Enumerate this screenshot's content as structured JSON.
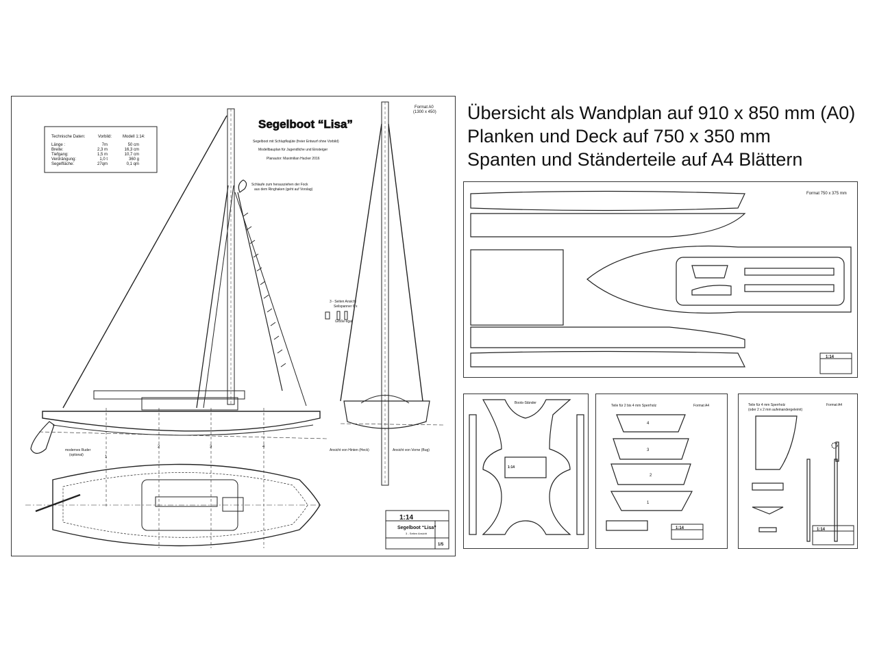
{
  "overview": {
    "line1": "Übersicht als Wandplan auf 910 x 850 mm (A0)",
    "line2": "Planken und Deck auf 750 x 350 mm",
    "line3": "Spanten und Ständerteile auf A4 Blättern"
  },
  "main_sheet": {
    "title": "Segelboot “Lisa”",
    "subtitle": "Segelboot mit Schlupfkajüte  (freier Entwurf ohne Vorbild)",
    "subtitle2": "Modellbauplan für Jugendliche und Einsteiger",
    "author": "Planautor: Maximilian Hacker 2016",
    "format": "Format A0",
    "format_size": "(1300 x 450)",
    "tech": {
      "heading": "Technische Daten:",
      "col_original": "Vorbild:",
      "col_model": "Modell 1:14:",
      "rows": [
        {
          "label": "Länge :",
          "original": "7m",
          "model": "50 cm"
        },
        {
          "label": "Breite:",
          "original": "2,3 m",
          "model": "16,3 cm"
        },
        {
          "label": "Tiefgang:",
          "original": "1,5 m",
          "model": "10,7 cm"
        },
        {
          "label": "Verdrängung:",
          "original": "1,0 t",
          "model": "360 g"
        },
        {
          "label": "Segelfläche:",
          "original": "27qm",
          "model": "0,1 qm"
        }
      ]
    },
    "note_loop": "Schlaufe zum herausziehen der Fock",
    "note_loop2": "aus dem Ringhaken (geht auf Vorslag)",
    "note_three_view": "3 - Seiten Ansicht",
    "note_tensioner": "Seilspanner 6 x",
    "note_size": "Größe egal",
    "rudder_label": "modernes Ruder",
    "rudder_label2": "(optional)",
    "frame_numbers": [
      "1",
      "2",
      "3",
      "4"
    ],
    "view_stern": "Ansicht von Hinten (Heck)",
    "view_bow": "Ansicht von Vorne (Bug)",
    "titleblock": {
      "scale": "1:14",
      "name": "Segelboot “Lisa”",
      "view": "3 - Seiten Ansicht",
      "sheet": "1/5"
    }
  },
  "planks_sheet": {
    "format": "Format 750 x 375 mm",
    "scale": "1:14"
  },
  "stand_sheet": {
    "title": "Boots-Ständer",
    "scale": "1:14"
  },
  "frames_sheet": {
    "title": "Teile für 2 bis 4 mm Sperrholz",
    "format": "Format A4",
    "frames": [
      "4",
      "3",
      "2",
      "1"
    ],
    "scale": "1:14"
  },
  "parts_sheet": {
    "title": "Teile für 4 mm Sperrholz",
    "title2": "(oder 2 x 2 mm aufeinandergeleimt)",
    "format": "Format A4",
    "scale": "1:14"
  }
}
